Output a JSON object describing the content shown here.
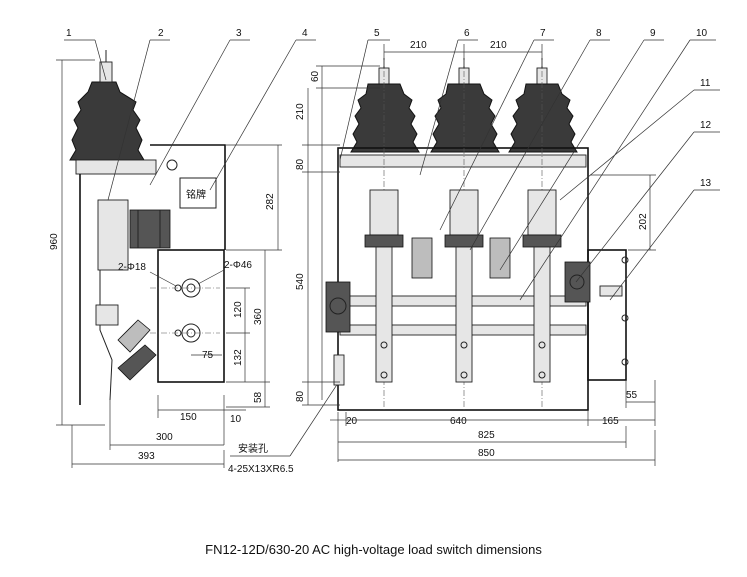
{
  "caption": "FN12-12D/630-20 AC high-voltage load switch dimensions",
  "leader_numbers": [
    "1",
    "2",
    "3",
    "4",
    "5",
    "6",
    "7",
    "8",
    "9",
    "10",
    "11",
    "12",
    "13"
  ],
  "nameplate_label": "铭牌",
  "mounting_hole_label": "安装孔",
  "mounting_hole_spec": "4-25X13XR6.5",
  "hole_labels": {
    "small": "2-Φ18",
    "large": "2-Φ46"
  },
  "side_view_dims": {
    "total_height": "960",
    "h_282": "282",
    "h_360": "360",
    "h_120": "120",
    "h_132": "132",
    "h_58": "58",
    "w_75": "75",
    "w_150": "150",
    "w_10": "10",
    "w_300": "300",
    "w_393": "393"
  },
  "front_view_dims": {
    "pitch_left": "210",
    "pitch_right": "210",
    "h_60": "60",
    "h_210": "210",
    "h_80_top": "80",
    "h_540": "540",
    "h_80_bottom": "80",
    "h_202": "202",
    "w_20": "20",
    "w_640": "640",
    "w_165": "165",
    "w_55": "55",
    "w_825": "825",
    "w_850": "850"
  }
}
